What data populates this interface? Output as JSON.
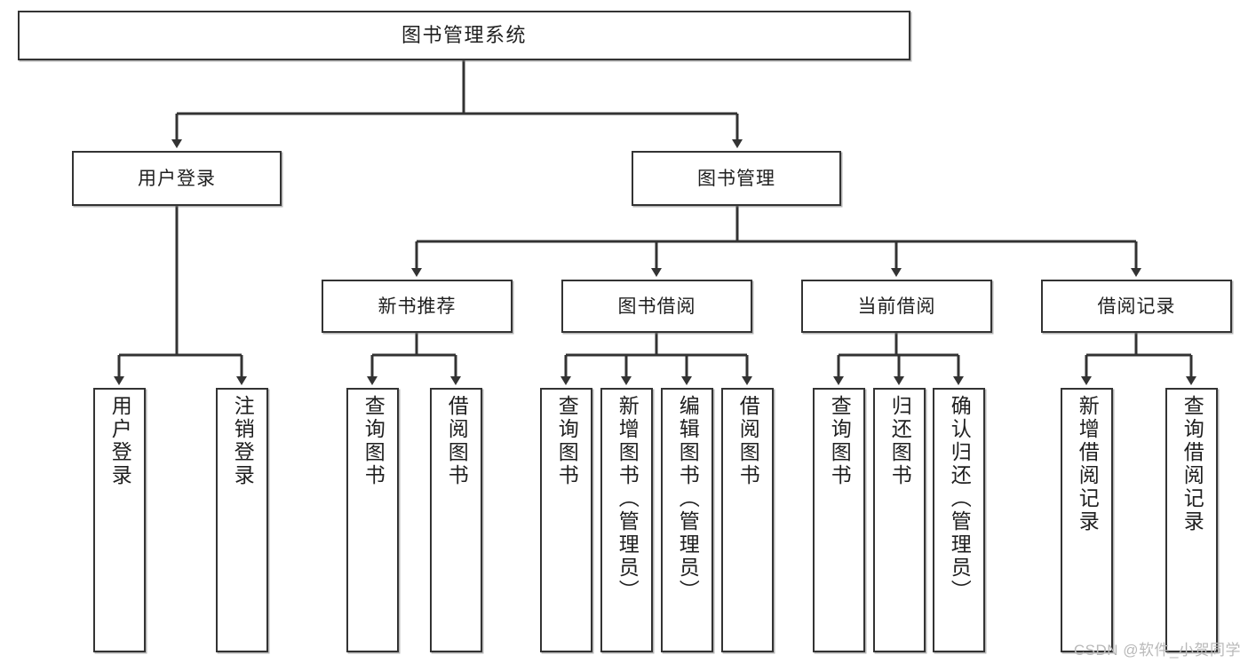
{
  "diagram": {
    "title": "图书管理系统",
    "type": "tree",
    "colors": {
      "node_border": "#333333",
      "node_fill": "#ffffff",
      "edge": "#333333",
      "text": "#1f1f1f",
      "watermark": "#b9b9b9",
      "background": "#ffffff"
    },
    "root": {
      "label": "图书管理系统"
    },
    "level2": [
      {
        "label": "用户登录"
      },
      {
        "label": "图书管理"
      }
    ],
    "level3": [
      {
        "label": "新书推荐"
      },
      {
        "label": "图书借阅"
      },
      {
        "label": "当前借阅"
      },
      {
        "label": "借阅记录"
      }
    ],
    "leaves": {
      "user_login": [
        {
          "label": "用户登录"
        },
        {
          "label": "注销登录"
        }
      ],
      "new_book_recommend": [
        {
          "label": "查询图书"
        },
        {
          "label": "借阅图书"
        }
      ],
      "book_borrow": [
        {
          "label": "查询图书"
        },
        {
          "label": "新增图书（管理员）"
        },
        {
          "label": "编辑图书（管理员）"
        },
        {
          "label": "借阅图书"
        }
      ],
      "current_borrow": [
        {
          "label": "查询图书"
        },
        {
          "label": "归还图书"
        },
        {
          "label": "确认归还（管理员）"
        }
      ],
      "borrow_record": [
        {
          "label": "新增借阅记录"
        },
        {
          "label": "查询借阅记录"
        }
      ]
    }
  },
  "watermark": {
    "text": "CSDN @软件_小贺同学"
  }
}
